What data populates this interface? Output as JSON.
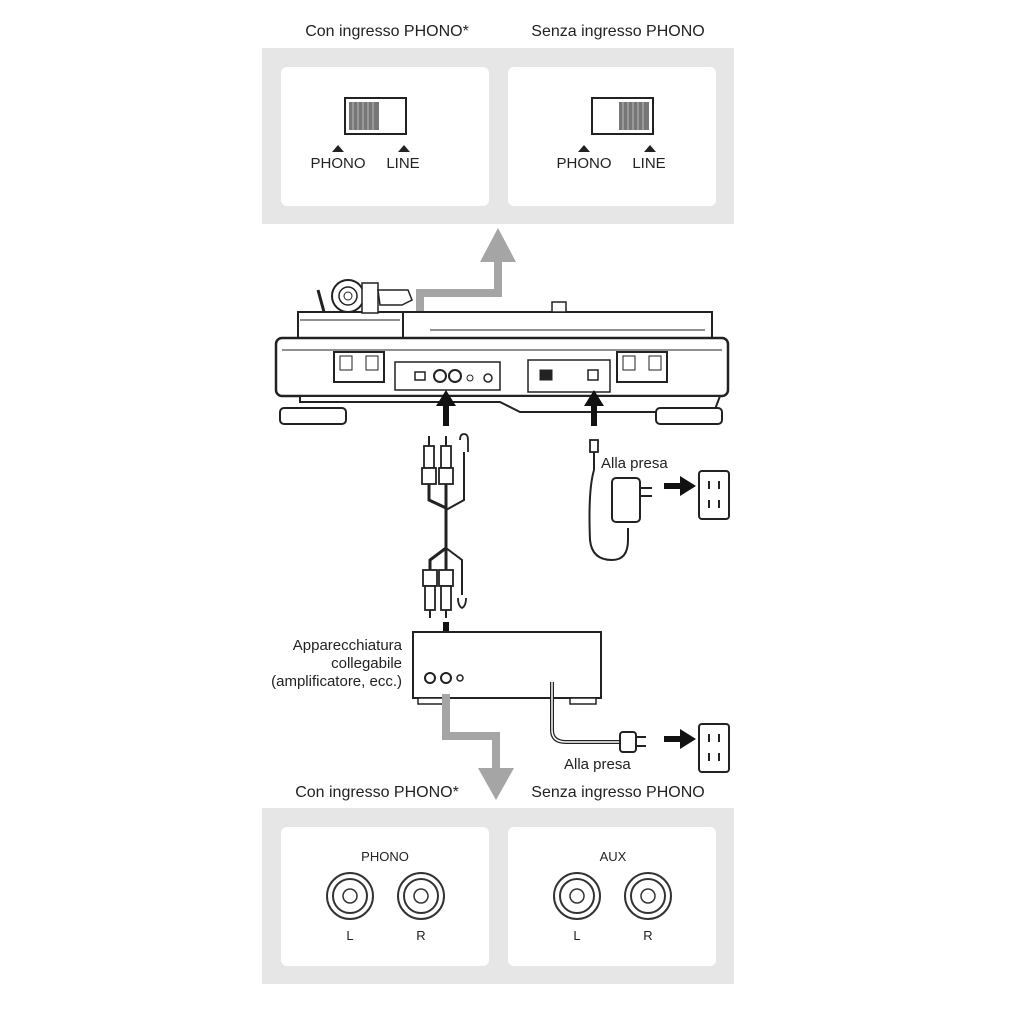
{
  "top": {
    "left_header": "Con ingresso PHONO*",
    "right_header": "Senza ingresso PHONO",
    "left_switch": {
      "label_a": "PHONO",
      "label_b": "LINE",
      "selected": "PHONO"
    },
    "right_switch": {
      "label_a": "PHONO",
      "label_b": "LINE",
      "selected": "LINE"
    }
  },
  "power": {
    "outlet_label_top": "Alla presa",
    "outlet_label_bottom": "Alla presa"
  },
  "device": {
    "label_line1": "Apparecchiatura",
    "label_line2": "collegabile",
    "label_line3": "(amplificatore, ecc.)"
  },
  "bottom": {
    "left_header": "Con ingresso PHONO*",
    "right_header": "Senza ingresso PHONO",
    "left_jack": {
      "title": "PHONO",
      "left": "L",
      "right": "R"
    },
    "right_jack": {
      "title": "AUX",
      "left": "L",
      "right": "R"
    }
  }
}
